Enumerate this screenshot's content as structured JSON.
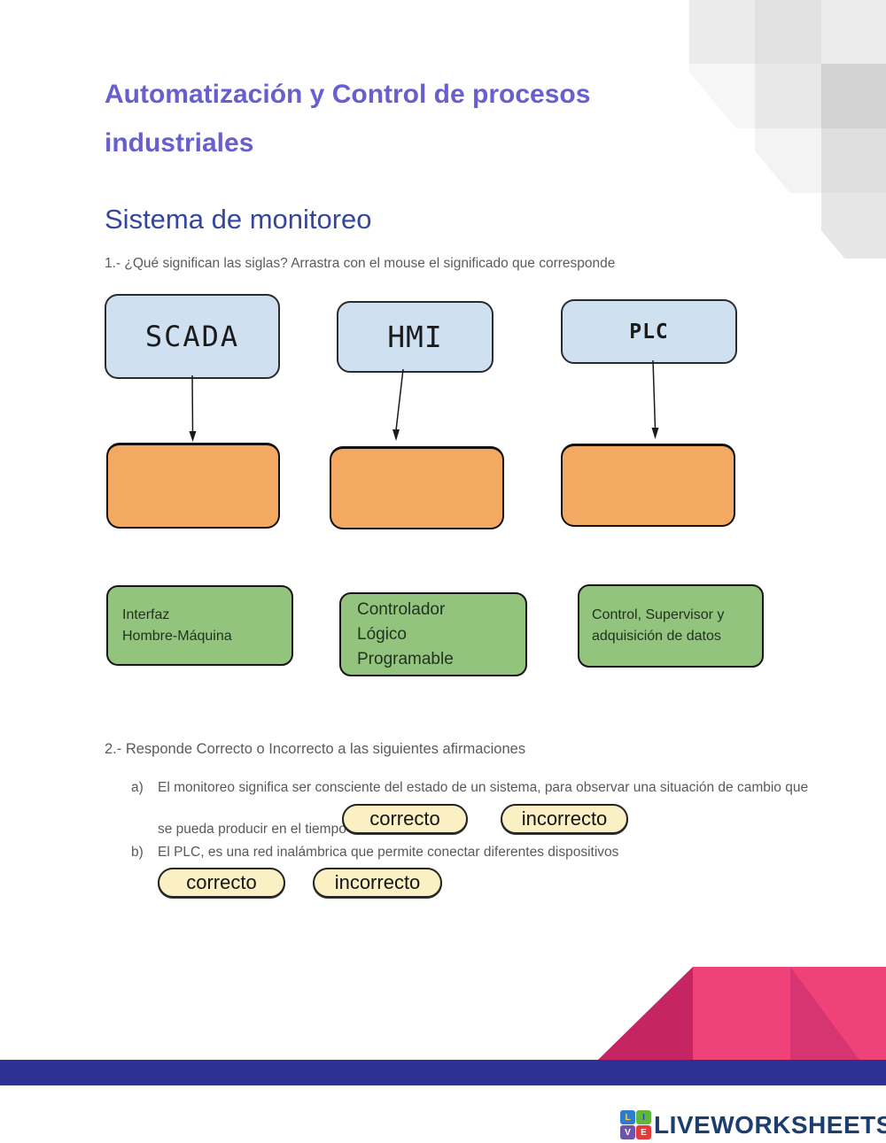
{
  "header": {
    "title_line1": "Automatización y Control de procesos",
    "title_line2": "industriales",
    "subtitle": "Sistema de monitoreo"
  },
  "question1": {
    "prompt": "1.- ¿Qué significan las siglas? Arrastra con el mouse el significado que corresponde",
    "acronyms": [
      {
        "label": "SCADA"
      },
      {
        "label": "HMI"
      },
      {
        "label": "PLC"
      }
    ],
    "definitions": [
      {
        "lines": [
          "Interfaz",
          "Hombre-Máquina"
        ]
      },
      {
        "lines": [
          "Controlador",
          "Lógico",
          "Programable"
        ]
      },
      {
        "lines": [
          "Control, Supervisor y",
          "adquisición de datos"
        ]
      }
    ]
  },
  "question2": {
    "prompt": "2.- Responde Correcto o Incorrecto a las siguientes afirmaciones",
    "items": [
      {
        "letter": "a)",
        "text_line1": "El monitoreo significa ser consciente del estado de un sistema, para observar una situación de cambio que",
        "text_line2": "se pueda producir en el tiempo",
        "option1": "correcto",
        "option2": "incorrecto"
      },
      {
        "letter": "b)",
        "text_line1": "El PLC, es una red inalámbrica que permite conectar diferentes dispositivos",
        "option1": "correcto",
        "option2": "incorrecto"
      }
    ]
  },
  "footer": {
    "brand": "LIVEWORKSHEETS",
    "tiles": [
      {
        "letter": "L"
      },
      {
        "letter": "I"
      },
      {
        "letter": "V"
      },
      {
        "letter": "E"
      }
    ]
  },
  "colors": {
    "title_purple": "#675FCE",
    "subtitle_blue": "#34479E",
    "acronym_box_blue": "#CFE0F1",
    "drop_box_orange": "#F4A963",
    "definition_box_green": "#93C47D",
    "pill_cream": "#FBEFC4",
    "pink": "#EE4279",
    "crimson": "#C52563",
    "dark_pink": "#D63571",
    "bar_blue": "#2D3193",
    "brand_navy": "#1A3E6E"
  }
}
